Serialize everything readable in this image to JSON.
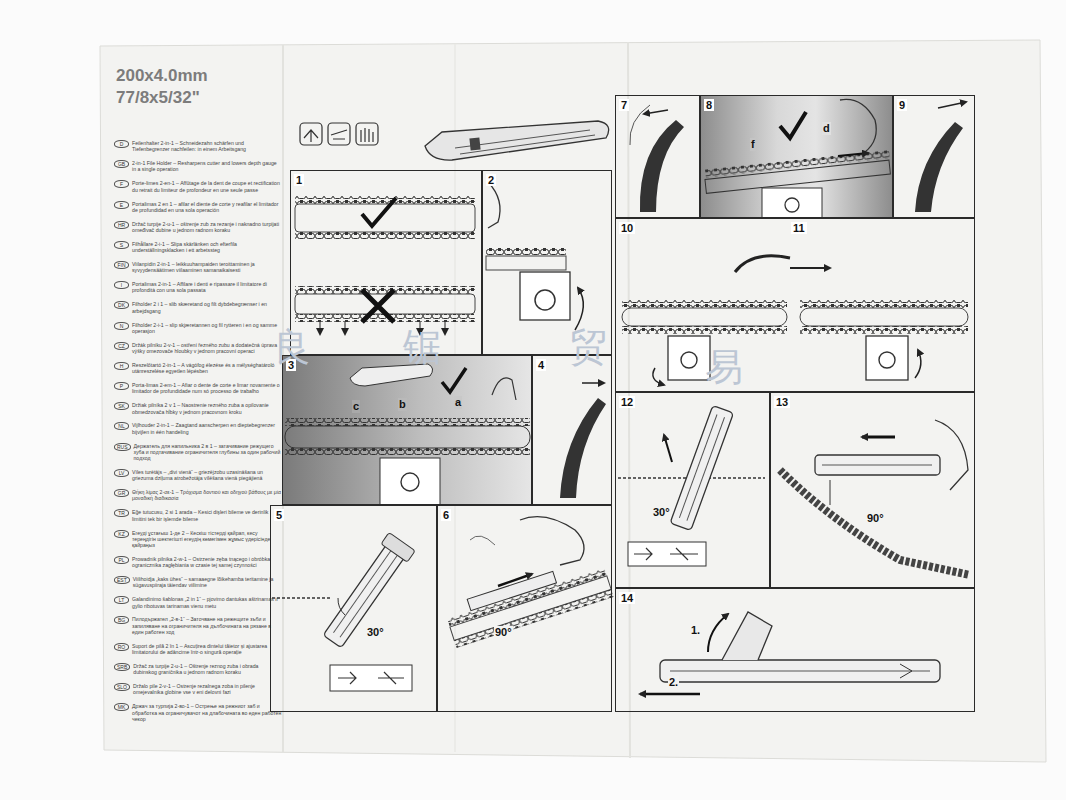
{
  "diagram": {
    "title": "200x4.0mm",
    "nodes": [
      {
        "text": [
          "D",
          "Feilenhalter 2-in-1 – Schneidezahn schärfen und Tiefenbegrenzer nachfeilen: in einem Arbeitsgang"
        ]
      },
      {
        "text": [
          "GB",
          "2-in-1 File Holder – Resharpens cutter and lowers depth gauge in a single operation"
        ]
      },
      {
        "text": [
          "F",
          "Porte-limes 2-en-1 – Affûtage de la dent de coupe et rectification du retrait du limiteur de profondeur en une seule passe"
        ]
      },
      {
        "text": [
          "E",
          "Portalimas 2 en 1 – afilar el diente de corte y reafilar el limitador de profundidad en una sola operación"
        ]
      },
      {
        "text": [
          "HR",
          "Držač turpije 2-u-1 – oštrenje zub za rezanje i naknadno turpijati omeđivač dubine u jednom radnom koraku"
        ]
      },
      {
        "text": [
          "S",
          "Filhållare 2-i-1 – Slipa skärlänken och efterfila underställningsklacken i ett arbetssteg"
        ]
      },
      {
        "text": [
          "FIN",
          "Viilanpidin 2-in-1 – leikkuuhampaiden teroittaminen ja syvyydensäätimen viilaaminen samanaikaisesti"
        ]
      },
      {
        "text": [
          "I",
          "Portalimas 2-in-1 – Affilare i denti e ripassare il limitatore di profondità con una sola passata"
        ]
      },
      {
        "text": [
          "DK",
          "Filholder 2 i 1 – slib skæretand og filt dybdebegrænser i en arbejdsgang"
        ]
      },
      {
        "text": [
          "N",
          "Filholder 2-i-1 – slip skjæretannen og fil rytteren i en og samme operasjon"
        ]
      },
      {
        "text": [
          "CZ",
          "Držák pilníku 2-v-1 – ostření řezného zubu a dodatečná úprava výšky omezovače hloubky v jednom pracovní operaci"
        ]
      },
      {
        "text": [
          "H",
          "Reszelőtartó 2-in-1 – A vágófog élezése és a mélységhatároló utánreszelése egyetlen lépésben"
        ]
      },
      {
        "text": [
          "P",
          "Porta-limas 2-em-1 – Afiar o dente de corte e limar novamente o limitador de profundidade num só processo de trabalho"
        ]
      },
      {
        "text": [
          "SK",
          "Držiak pilníka 2 v 1 – Naostrenie rezného zuba a opilovanie obmedzovača hĺbky v jednom pracovnom kroku"
        ]
      },
      {
        "text": [
          "NL",
          "Vijlhouder 2-in-1 – Zaagtand aanscherpen en dieptebegrenzer bijvijlen in één handeling"
        ]
      },
      {
        "text": [
          "RUS",
          "Держатель для напильника 2 в 1 – затачивание режущего зуба и подтачивание ограничителя глубины за один рабочий подход"
        ]
      },
      {
        "text": [
          "LV",
          "Vīles turētājs – „divi vienā“ – griezējzobu uzasināšana un griezuma dziļuma atrobežotāja vīlēšana vienā piegājienā"
        ]
      },
      {
        "text": [
          "GR",
          "Θήκη λίμας 2-σε-1 – Τρόχισμα δοντιού και οδηγού βάθους με μία μοναδική διαδικασία"
        ]
      },
      {
        "text": [
          "TR",
          "Eğe tutucusu, 2 si 1 arada – Kesici dişleri bileme ve derinlik limitini tek bir işlemde bileme"
        ]
      },
      {
        "text": [
          "KZ",
          "Егеуді ұстағыш 1-де 2 – Кескіш тістерді қайрап, кесу тереңдігін шектегішті егеудің көмегімен жұмыс үдерісінде қайраңыз"
        ]
      },
      {
        "text": [
          "PL",
          "Prowadnik pilnika 2-w-1 – Ostrzenie zęba tnącego i obróbka ogranicznika zagłębiania w czasie tej samej czynności"
        ]
      },
      {
        "text": [
          "EST",
          "Viilihoidja „kaks ühes“ – samaaegne lõikehamba teritamine ja sügavuspiiraja täiendav viilimine"
        ]
      },
      {
        "text": [
          "LT",
          "Galandinimo šablonas „2 in 1“ – pjovimo dantukas aštrinamas ir gylio ribotuvas tarinamas vienu metu"
        ]
      },
      {
        "text": [
          "BG",
          "Пилодържател „2-в-1“ – Заточване на режещите зъби и запиляване на ограничителя на дълбочината на рязане в един работен ход"
        ]
      },
      {
        "text": [
          "RO",
          "Suport de pilă 2 în 1 – Ascuțirea dintelui tăietor și ajustarea limitatorului de adâncime într-o singură operație"
        ]
      },
      {
        "text": [
          "SRB",
          "Držač za turpije 2-u-1 – Oštrenje reznog zuba i obrada dubinskog graničnika u jednom radnom koraku"
        ]
      },
      {
        "text": [
          "SLO",
          "Držalo pile 2-v-1 – Ostrenje rezalnega zoba in pilenje omejevalnika globine vse v eni delovni fazi"
        ]
      },
      {
        "text": [
          "MK",
          "Држач за турпија 2-во-1 – Острење на режниот заб и обработка на ограничувачот на длабочината во еден работен чекор"
        ]
      },
      {
        "text": [
          "1"
        ]
      },
      {
        "text": [
          "2"
        ]
      },
      {
        "text": [
          "3"
        ]
      },
      {
        "text": [
          "4"
        ]
      },
      {
        "text": [
          "5"
        ]
      },
      {
        "text": [
          "6"
        ]
      },
      {
        "text": [
          "7"
        ]
      },
      {
        "text": [
          "8"
        ]
      },
      {
        "text": [
          "9"
        ]
      },
      {
        "text": [
          "10",
          "11"
        ]
      },
      {
        "text": [
          "12"
        ]
      },
      {
        "text": [
          "13"
        ]
      },
      {
        "text": [
          "14"
        ]
      }
    ],
    "labels": [
      "77/8x5/32\"",
      "c",
      "b",
      "a",
      "d",
      "f",
      "30°",
      "90°",
      "30°",
      "90°",
      "1.",
      "2.",
      "良",
      "锯",
      "贸",
      "易"
    ]
  }
}
